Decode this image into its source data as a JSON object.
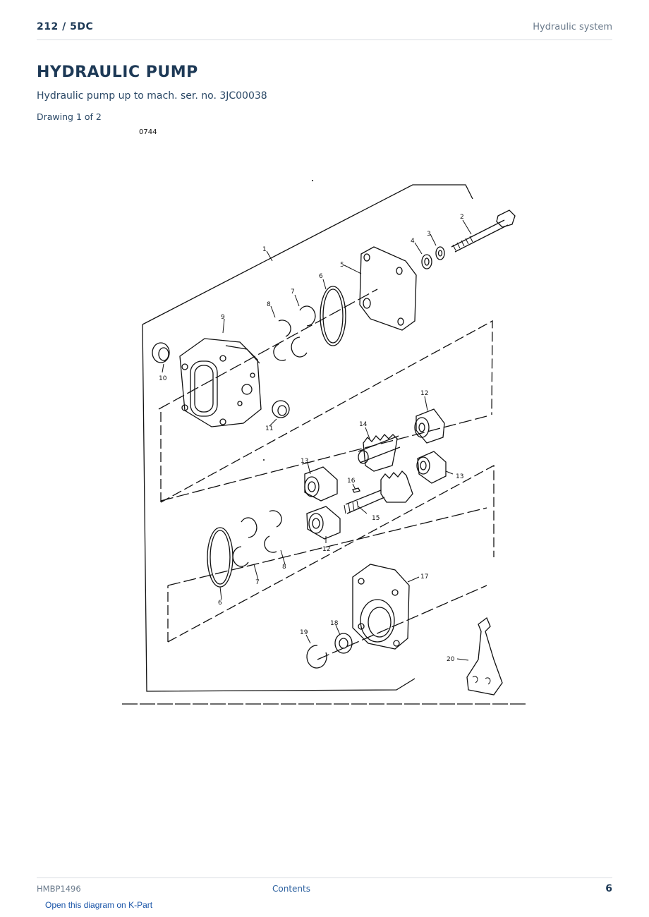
{
  "header": {
    "page_ref": "212  /  5DC",
    "section": "Hydraulic system"
  },
  "title": "HYDRAULIC PUMP",
  "subtitle": "Hydraulic pump up to mach. ser. no. 3JC00038",
  "drawing_label": "Drawing 1 of 2",
  "diagram": {
    "code": "0744",
    "callouts": [
      "1",
      "2",
      "3",
      "4",
      "5",
      "6",
      "7",
      "8",
      "9",
      "10",
      "11",
      "12",
      "14",
      "13",
      "16",
      "15",
      "12",
      "13",
      "6",
      "7",
      "8",
      "17",
      "18",
      "19",
      "20"
    ]
  },
  "footer": {
    "doc_id": "HMBP1496",
    "contents_link": "Contents",
    "page_number": "6",
    "kpart_link": "Open this diagram on K-Part"
  }
}
